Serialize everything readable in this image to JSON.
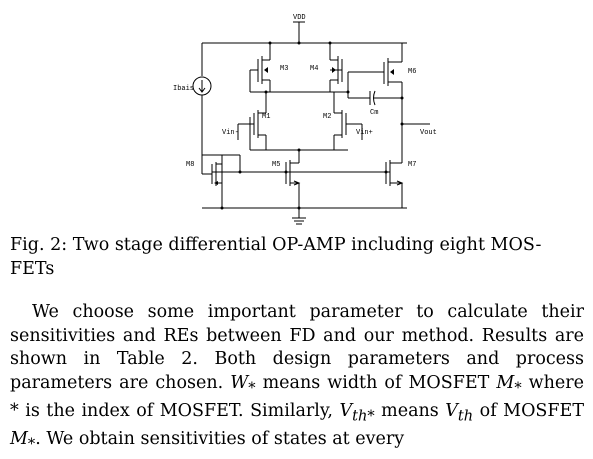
{
  "figure": {
    "labels": {
      "vdd": "VDD",
      "ibias": "Ibais",
      "m1": "M1",
      "m2": "M2",
      "m3": "M3",
      "m4": "M4",
      "m5": "M5",
      "m6": "M6",
      "m7": "M7",
      "m8": "M8",
      "cm": "Cm",
      "vin_minus": "Vin-",
      "vin_plus": "Vin+",
      "vout": "Vout"
    }
  },
  "caption": {
    "prefix": "Fig. 2:",
    "text": "Two stage differential OP-AMP including eight MOS-FETs"
  },
  "paragraph": {
    "s1": "We choose some important parameter to calculate their sensitivities and REs between FD and our method. Results are shown in Table 2. Both design parameters and process parameters are chosen.",
    "w_sym": "W",
    "w_sub": "*",
    "s2": " means width of MOSFET ",
    "m_sym": "M",
    "m_sub": "*",
    "s3": " where * is the index of MOSFET. Similarly, ",
    "vth_sym": "V",
    "vth_sub": "th*",
    "s4": " means ",
    "vth2_sym": "V",
    "vth2_sub": "th",
    "s5": " of MOSFET ",
    "m2_sym": "M",
    "m2_sub": "*",
    "s6": ". We obtain sensitivities of states at every"
  }
}
